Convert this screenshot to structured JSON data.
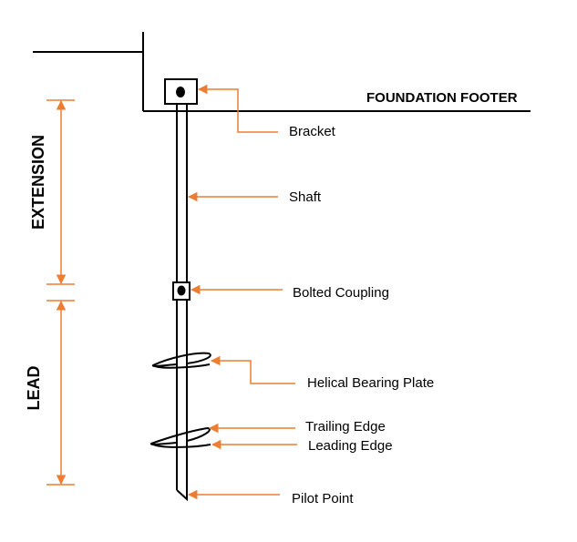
{
  "labels": {
    "foundation_footer": "FOUNDATION FOOTER",
    "bracket": "Bracket",
    "shaft": "Shaft",
    "bolted_coupling": "Bolted Coupling",
    "helical_bearing_plate": "Helical Bearing Plate",
    "trailing_edge": "Trailing Edge",
    "leading_edge": "Leading Edge",
    "pilot_point": "Pilot Point",
    "extension": "EXTENSION",
    "lead": "LEAD"
  },
  "colors": {
    "callout": "#ED7D31",
    "line": "#000000"
  }
}
